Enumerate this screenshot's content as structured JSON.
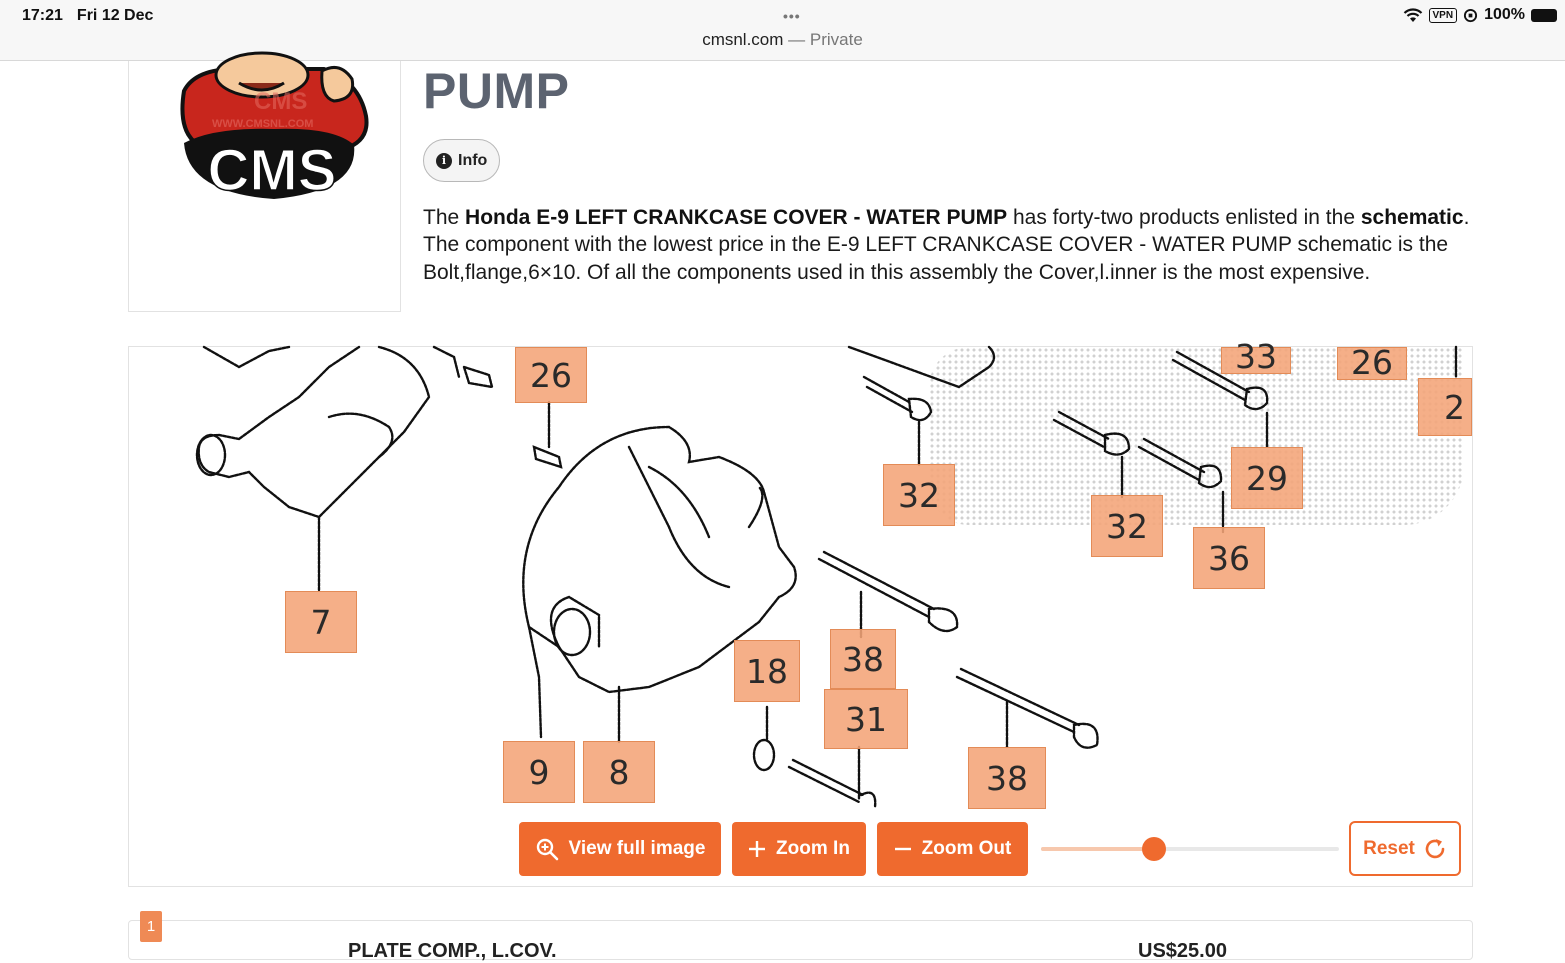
{
  "status_bar": {
    "time": "17:21",
    "date": "Fri 12 Dec",
    "dots": "•••",
    "domain": "cmsnl.com",
    "separator": " — ",
    "mode": "Private",
    "vpn": "VPN",
    "battery": "100%"
  },
  "logo": {
    "text": "CMS",
    "url": "WWW.CMSNL.COM",
    "hat_text": "CMS"
  },
  "page_title": "PUMP",
  "info_button": {
    "label": "Info",
    "icon": "info-icon"
  },
  "description": {
    "p1": "The ",
    "b1": "Honda E-9 LEFT CRANKCASE COVER - WATER PUMP",
    "p2": " has forty-two products enlisted in the ",
    "b2": "schematic",
    "p3": ". The component with the lowest price in the E-9 LEFT CRANKCASE COVER - WATER PUMP schematic is the Bolt,flange,6×10. Of all the components used in this assembly the Cover,l.inner is the most expensive."
  },
  "callouts": [
    "26",
    "7",
    "9",
    "8",
    "18",
    "38",
    "31",
    "38",
    "32",
    "32",
    "36",
    "29",
    "33",
    "26",
    "2"
  ],
  "toolbar": {
    "view_full": "View full image",
    "zoom_in": "Zoom In",
    "zoom_out": "Zoom Out",
    "reset": "Reset",
    "zoom_level": 0.38
  },
  "parts_list": [
    {
      "index": "1",
      "name": "PLATE COMP., L.COV.",
      "price": "US$25.00"
    }
  ],
  "colors": {
    "accent": "#ef6a2e",
    "callout": "#f4a477",
    "title": "#5c6370"
  }
}
